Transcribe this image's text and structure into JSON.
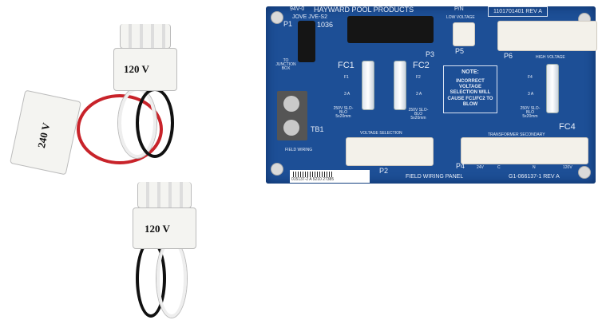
{
  "board": {
    "maker": "HAYWARD POOL PRODUCTS",
    "rating": "94V-0",
    "code1": "JOVE JVE-S2",
    "code2": "1036",
    "pn_label": "P/N",
    "pn": "1101701401 REV A",
    "low_voltage": "LOW VOLTAGE",
    "high_voltage": "HIGH VOLTAGE",
    "p1": "P1",
    "p2": "P2",
    "p3": "P3",
    "p4": "P4",
    "p5": "P5",
    "p6": "P6",
    "to_junction": "TO JUNCTION BOX",
    "fc1": "FC1",
    "fc2": "FC2",
    "fc4": "FC4",
    "f1": "F1",
    "f2": "F2",
    "f4": "F4",
    "amps": "3 A",
    "fuse_spec": "250V SLO-BLO 5x20mm",
    "note_title": "NOTE:",
    "note_text": "INCORRECT VOLTAGE SELECTION WILL CAUSE FC1/FC2 TO BLOW",
    "tb1": "TB1",
    "field_wiring": "FIELD WIRING",
    "voltage_selection": "VOLTAGE SELECTION",
    "transformer_secondary": "TRANSFORMER SECONDARY",
    "tap_24v": "24V",
    "tap_c": "C",
    "tap_n": "N",
    "tap_120v": "120V",
    "panel_name": "FIELD WIRING PANEL",
    "board_rev": "G1-066137-1 REV A",
    "barcode": "015137-2 A 5210 27385"
  },
  "jumpers": {
    "top": "120 V",
    "left": "240 V",
    "bottom": "120 V"
  },
  "colors": {
    "board": "#1d4f96",
    "wire_red": "#c8232a",
    "wire_black": "#111111",
    "wire_white": "#f2f2f2"
  }
}
